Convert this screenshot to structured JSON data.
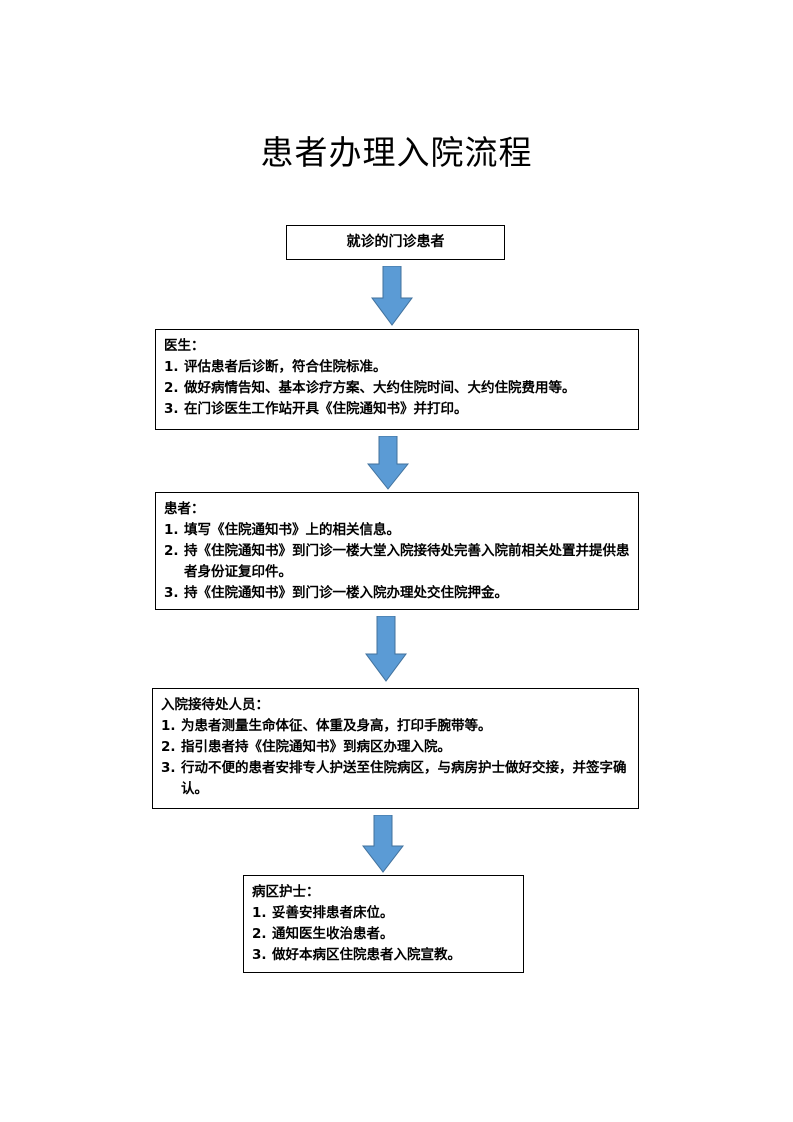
{
  "title": "患者办理入院流程",
  "flow": {
    "start": "就诊的门诊患者",
    "doctor": {
      "heading": "医生：",
      "items": [
        {
          "num": "1.",
          "text": "评估患者后诊断，符合住院标准。"
        },
        {
          "num": "2.",
          "text": "做好病情告知、基本诊疗方案、大约住院时间、大约住院费用等。"
        },
        {
          "num": "3.",
          "text": "在门诊医生工作站开具《住院通知书》并打印。"
        }
      ]
    },
    "patient": {
      "heading": "患者：",
      "items": [
        {
          "num": "1.",
          "text": "填写《住院通知书》上的相关信息。"
        },
        {
          "num": "2.",
          "text": "持《住院通知书》到门诊一楼大堂入院接待处完善入院前相关处置并提供患者身份证复印件。"
        },
        {
          "num": "3.",
          "text": "持《住院通知书》到门诊一楼入院办理处交住院押金。"
        }
      ]
    },
    "reception": {
      "heading": "入院接待处人员：",
      "items": [
        {
          "num": "1.",
          "text": "为患者测量生命体征、体重及身高，打印手腕带等。"
        },
        {
          "num": "2.",
          "text": "指引患者持《住院通知书》到病区办理入院。"
        },
        {
          "num": "3.",
          "text": "行动不便的患者安排专人护送至住院病区，与病房护士做好交接，并签字确认。"
        }
      ]
    },
    "nurse": {
      "heading": "病区护士：",
      "items": [
        {
          "num": "1.",
          "text": "妥善安排患者床位。"
        },
        {
          "num": "2.",
          "text": "通知医生收治患者。"
        },
        {
          "num": "3.",
          "text": "做好本病区住院患者入院宣教。"
        }
      ]
    }
  },
  "colors": {
    "arrow_fill": "#5b9bd5",
    "arrow_stroke": "#41719c"
  }
}
